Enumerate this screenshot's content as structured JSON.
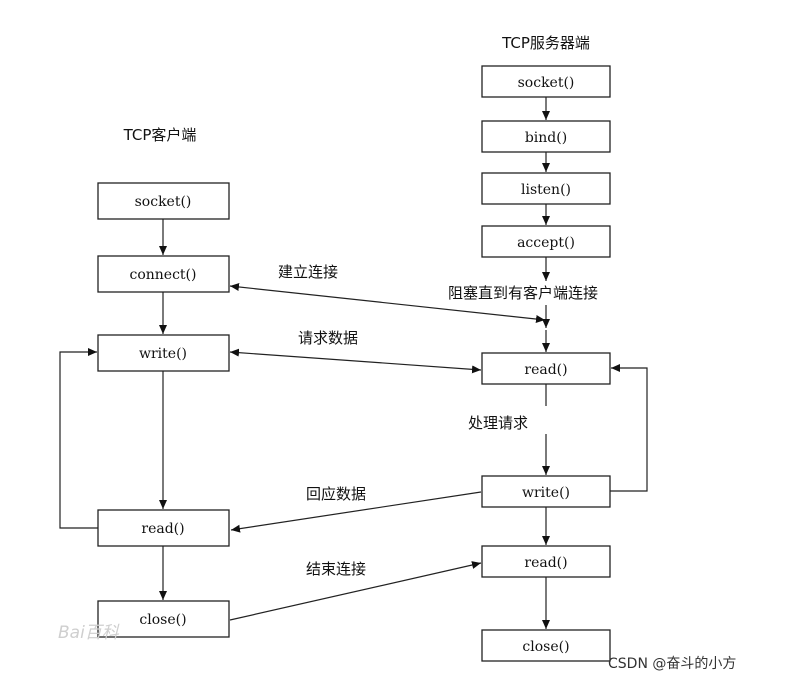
{
  "titles": {
    "server": "TCP服务器端",
    "client": "TCP客户端"
  },
  "server_nodes": {
    "socket": "socket()",
    "bind": "bind()",
    "listen": "listen()",
    "accept": "accept()",
    "read1": "read()",
    "write": "write()",
    "read2": "read()",
    "close": "close()"
  },
  "client_nodes": {
    "socket": "socket()",
    "connect": "connect()",
    "write": "write()",
    "read": "read()",
    "close": "close()"
  },
  "edge_labels": {
    "establish": "建立连接",
    "block": "阻塞直到有客户端连接",
    "request": "请求数据",
    "process": "处理请求",
    "reply": "回应数据",
    "end": "结束连接"
  },
  "watermarks": {
    "csdn": "CSDN @奋斗的小方",
    "baidu": "Bai百科"
  }
}
